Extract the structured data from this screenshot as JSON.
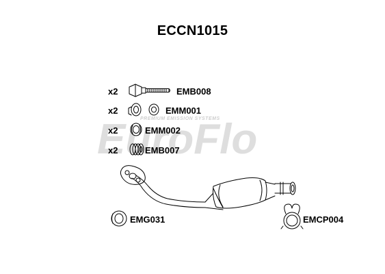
{
  "title": "ECCN1015",
  "watermark": {
    "logo_text": "EuroFlo",
    "tagline": "PREMIUM EMISSION SYSTEMS",
    "color": "#d9d9d9"
  },
  "parts": [
    {
      "qty": "x2",
      "code": "EMB008",
      "icon": "bolt-icon"
    },
    {
      "qty": "x2",
      "code": "EMM001",
      "icon": "nut-washer-icon"
    },
    {
      "qty": "x2",
      "code": "EMM002",
      "icon": "spring-nut-icon"
    },
    {
      "qty": "x2",
      "code": "EMB007",
      "icon": "spring-icon"
    },
    {
      "qty": "",
      "code": "EMG031",
      "icon": "gasket-ring-icon"
    },
    {
      "qty": "",
      "code": "EMCP004",
      "icon": "pipe-clamp-icon"
    }
  ],
  "main_part_icon": "catalytic-converter-pipe-icon"
}
